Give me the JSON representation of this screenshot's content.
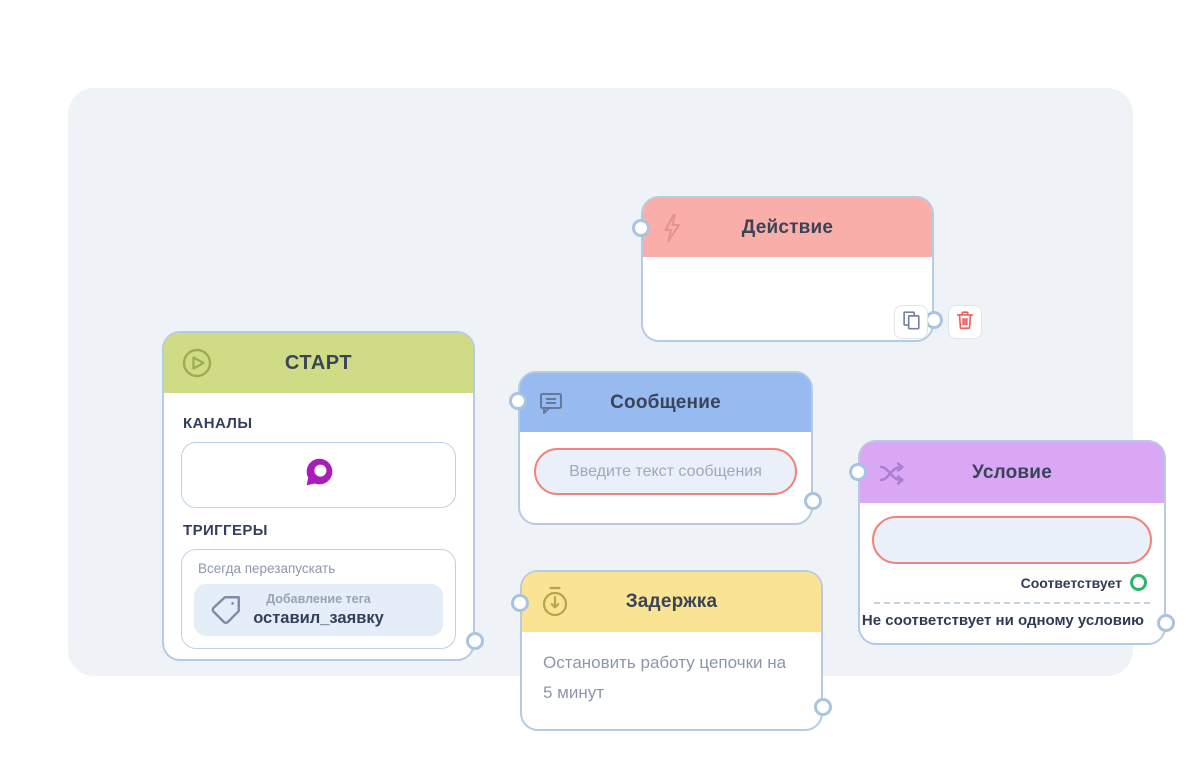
{
  "colors": {
    "canvas_bg": "#EFF2F6",
    "card_border": "#B5CBE2",
    "action_header": "#F9AEA9",
    "start_header": "#CFDC85",
    "message_header": "#97BAF1",
    "delay_header": "#FAE493",
    "condition_header": "#D9A7F3",
    "title_text": "#3A4458",
    "required_field_border": "#F0837B",
    "field_bg": "#EAF0F9",
    "match_connector_green": "#2FB56B",
    "connector_border": "#A9C4E0",
    "delete_icon_red": "#F05F5F",
    "brand_logo_purple": "#A81CB8"
  },
  "nodes": {
    "action": {
      "title": "Действие",
      "icon": "lightning-icon"
    },
    "start": {
      "title": "СТАРТ",
      "icon": "play-icon",
      "channels_label": "КАНАЛЫ",
      "channel_icon": "chatra-logo-icon",
      "triggers_label": "ТРИГГЕРЫ",
      "restart_option": "Всегда перезапускать",
      "trigger_tag_label": "Добавление тега",
      "trigger_tag_value": "оставил_заявку",
      "tag_icon": "tag-icon"
    },
    "message": {
      "title": "Сообщение",
      "icon": "chat-bubble-icon",
      "input_placeholder": "Введите текст сообщения",
      "input_value": ""
    },
    "delay": {
      "title": "Задержка",
      "icon": "stopwatch-icon",
      "body_text": "Остановить работу цепочки на 5 минут"
    },
    "condition": {
      "title": "Условие",
      "icon": "shuffle-icon",
      "input_value": "",
      "match_label": "Соответствует",
      "no_match_label": "Не соответствует ни одному условию"
    }
  },
  "toolbar": {
    "copy_icon": "copy-icon",
    "delete_icon": "trash-icon"
  }
}
